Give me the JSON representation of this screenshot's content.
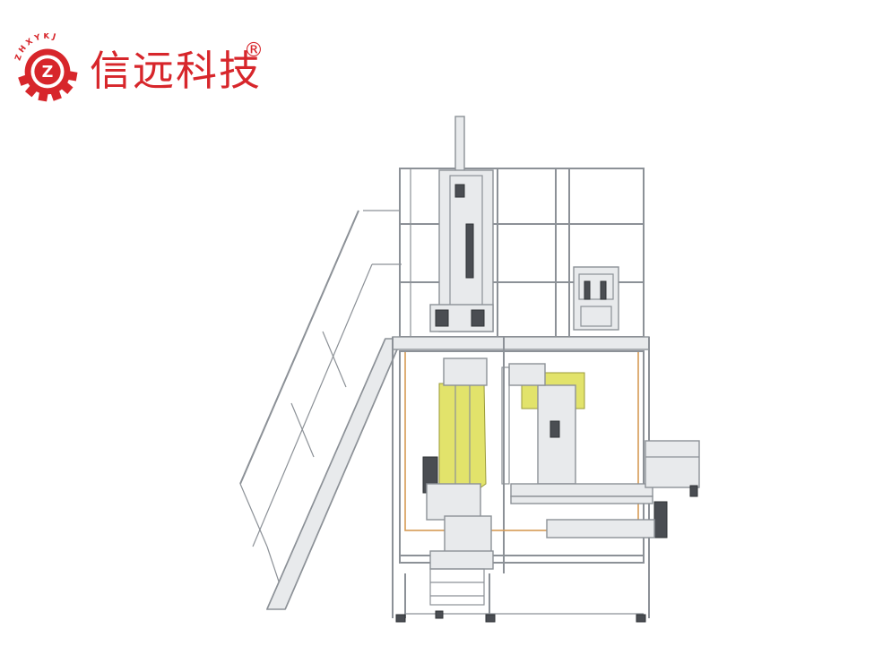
{
  "brand": {
    "logo_letters": "ZHXYKJ",
    "logo_center": "Z",
    "name": "信远科技",
    "registered_mark": "®",
    "color": "#d7262b"
  },
  "illustration": {
    "subject": "bagging-machine-side-elevation",
    "colors": {
      "frame": "#8c9197",
      "frame_fill": "#e8eaec",
      "yellow_part": "#e5e56a",
      "orange_outline": "#d69b55",
      "dark_part": "#3c3f44"
    }
  }
}
